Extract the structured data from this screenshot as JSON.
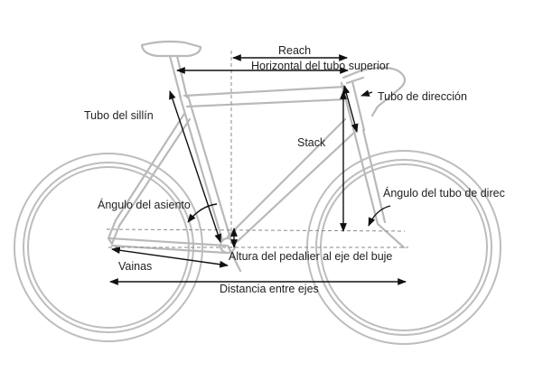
{
  "diagram": {
    "labels": {
      "reach": "Reach",
      "top_tube_horizontal": "Horizontal del tubo superior",
      "head_tube": "Tubo de dirección",
      "seat_tube": "Tubo del sillín",
      "stack": "Stack",
      "head_tube_angle": "Ángulo del tubo de direc",
      "seat_angle": "Ángulo del asiento",
      "bb_drop": "Altura del pedalier al eje del buje",
      "chainstays": "Vainas",
      "wheelbase": "Distancia entre ejes"
    },
    "colors": {
      "frame": "#b9b9b9",
      "measure": "#111111",
      "text": "#222222"
    }
  }
}
